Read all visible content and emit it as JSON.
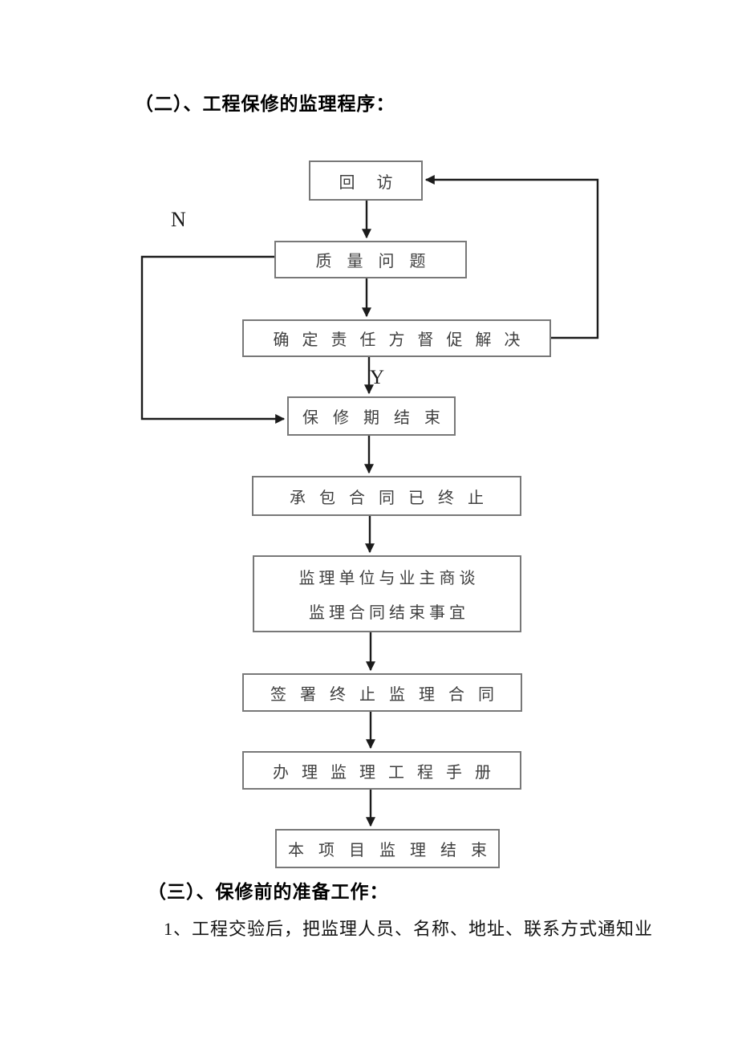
{
  "document": {
    "section2_heading": "（二）、工程保修的监理程序：",
    "section3_heading": "（三）、保修前的准备工作：",
    "section3_item1": "1、工程交验后，把监理人员、名称、地址、联系方式通知业"
  },
  "flowchart": {
    "branch_no_label": "N",
    "branch_yes_label": "Y",
    "nodes": [
      {
        "id": "visit",
        "text": "回访"
      },
      {
        "id": "quality-issue",
        "text": "质量问题"
      },
      {
        "id": "determine-responsible-party",
        "text": "确定责任方督促解决"
      },
      {
        "id": "warranty-period-end",
        "text": "保修期结束"
      },
      {
        "id": "contract-terminated",
        "text": "承包合同已终止"
      },
      {
        "id": "negotiate-contract-end",
        "line1": "监理单位与业主商谈",
        "line2": "监理合同结束事宜"
      },
      {
        "id": "sign-termination",
        "text": "签署终止监理合同"
      },
      {
        "id": "handle-manual",
        "text": "办理监理工程手册"
      },
      {
        "id": "project-supervision-end",
        "text": "本项目监理结束"
      }
    ]
  },
  "colors": {
    "background": "#ffffff",
    "box_border": "#787878",
    "arrow_line": "#1b1b1b",
    "box_text": "#3f3f3f",
    "heading_text": "#000000"
  }
}
